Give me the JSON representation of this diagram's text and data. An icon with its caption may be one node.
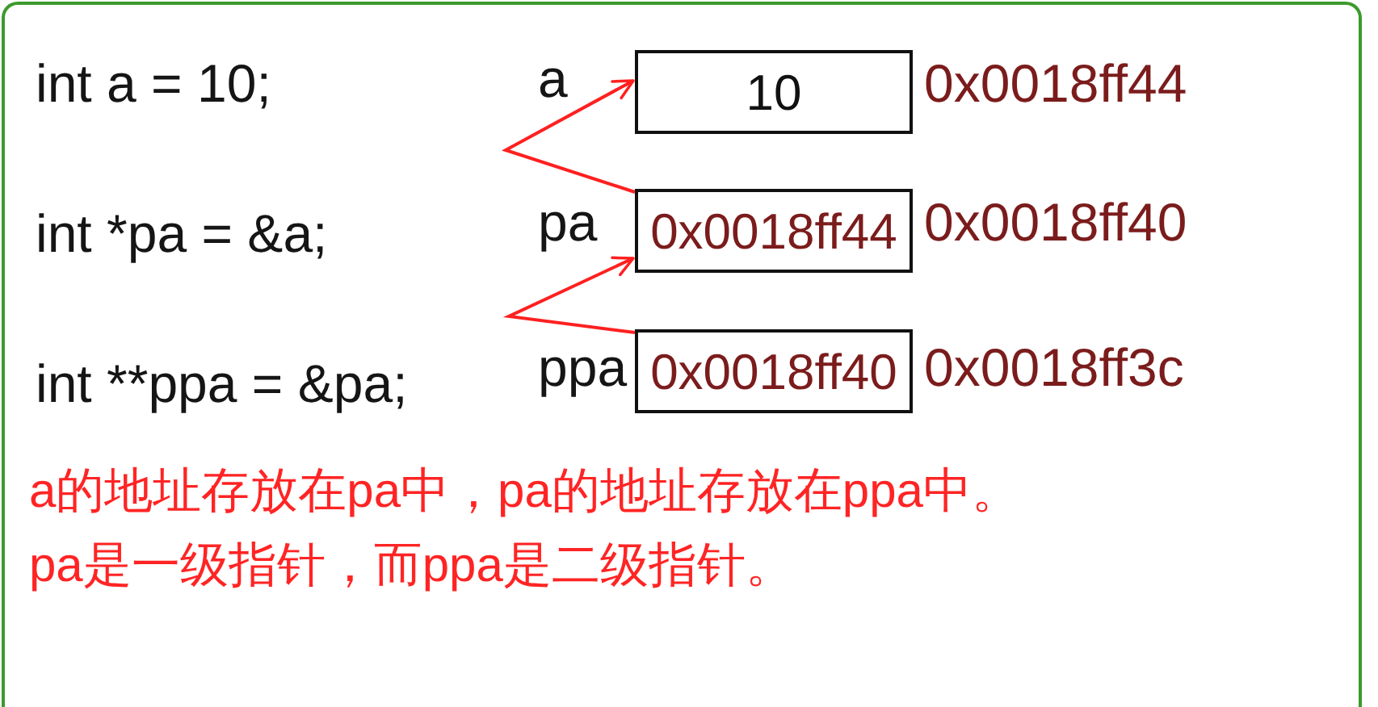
{
  "diagram": {
    "nodes": [
      {
        "text": [
          "10"
        ],
        "beside": [
          "a",
          "0x0018ff44"
        ]
      },
      {
        "text": [
          "0x0018ff44"
        ],
        "beside": [
          "pa",
          "0x0018ff40"
        ]
      },
      {
        "text": [
          "0x0018ff40"
        ],
        "beside": [
          "ppa",
          "0x0018ff3c"
        ]
      }
    ],
    "edges": [
      {
        "from": 1,
        "to": 0,
        "arrow": "to"
      },
      {
        "from": 2,
        "to": 1,
        "arrow": "to"
      }
    ],
    "labels": [
      "int a = 10;",
      "int *pa = &a;",
      "int **ppa = &pa;",
      "a的地址存放在pa中，pa的地址存放在ppa中。",
      "pa是一级指针，而ppa是二级指针。"
    ]
  }
}
